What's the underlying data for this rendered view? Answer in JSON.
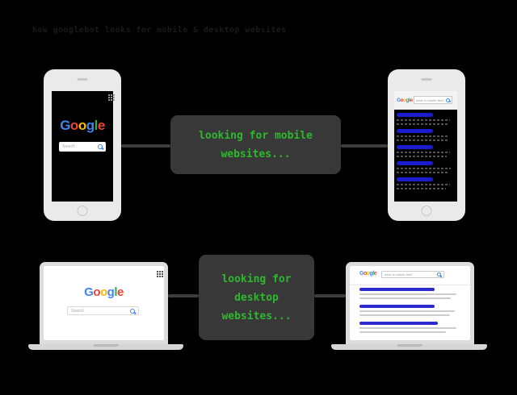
{
  "title": "how googlebot looks for mobile & desktop websites",
  "colors": {
    "background": "#000000",
    "title_text": "#1a1a1a",
    "terminal_bg": "#383838",
    "terminal_text": "#2eb82e",
    "connector_line": "#3d3d3d",
    "device_body": "#eaeaea",
    "laptop_frame": "#dcdcdc",
    "laptop_base": "#d6d6d6",
    "result_link_blue_mobile": "#1b1bd0",
    "result_link_blue_desktop": "#2a2ace",
    "result_snippet_gray_desktop": "#cccccc",
    "result_snippet_gray_mobile": "#525252",
    "google_blue": "#4285F4",
    "google_red": "#EA4335",
    "google_yellow": "#FBBC05",
    "google_green": "#34A853"
  },
  "google_logo_letters": [
    {
      "ch": "G",
      "color": "#4285F4"
    },
    {
      "ch": "o",
      "color": "#EA4335"
    },
    {
      "ch": "o",
      "color": "#FBBC05"
    },
    {
      "ch": "g",
      "color": "#4285F4"
    },
    {
      "ch": "l",
      "color": "#34A853"
    },
    {
      "ch": "e",
      "color": "#EA4335"
    }
  ],
  "mobile_flow": {
    "search_phone": {
      "search_placeholder": "Search"
    },
    "crawler_message": {
      "lines": [
        "looking for mobile",
        "websites..."
      ]
    },
    "results_phone": {
      "query": "what is mobile-first?",
      "results": [
        {
          "title_w": 45,
          "snippets": [
            66,
            64
          ]
        },
        {
          "title_w": 45,
          "snippets": [
            65,
            63
          ]
        },
        {
          "title_w": 45,
          "snippets": [
            66,
            62
          ]
        },
        {
          "title_w": 45,
          "snippets": [
            67,
            63
          ]
        },
        {
          "title_w": 45,
          "snippets": [
            66,
            61
          ]
        }
      ]
    }
  },
  "desktop_flow": {
    "search_laptop": {
      "search_placeholder": "Search"
    },
    "crawler_message": {
      "lines": [
        "looking for",
        "desktop",
        "websites..."
      ]
    },
    "results_laptop": {
      "query": "what is mobile-first?",
      "results": [
        {
          "title_w": 93,
          "snippets": [
            120,
            113
          ]
        },
        {
          "title_w": 93,
          "snippets": [
            118,
            112
          ]
        },
        {
          "title_w": 97,
          "snippets": [
            120,
            107
          ]
        }
      ]
    }
  }
}
